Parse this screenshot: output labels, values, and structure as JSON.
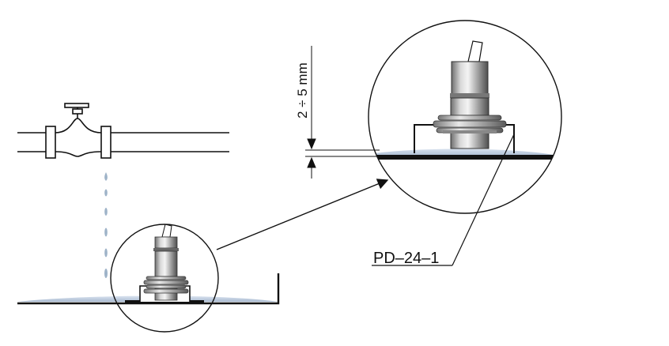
{
  "diagram": {
    "dimension_label": "2 ÷ 5 mm",
    "part_label": "PD–24–1"
  },
  "colors": {
    "line": "#111111",
    "water": "#b7c7dc",
    "water_dark": "#8aa1bd",
    "drop": "#9eb3c8",
    "sensor_light": "#e6e6e6",
    "sensor_mid": "#a9a9a9",
    "sensor_dark": "#5a5a5a"
  },
  "icons": [
    "pipe-valve",
    "water-drop",
    "leak-sensor",
    "magnifier-circle",
    "arrow"
  ]
}
